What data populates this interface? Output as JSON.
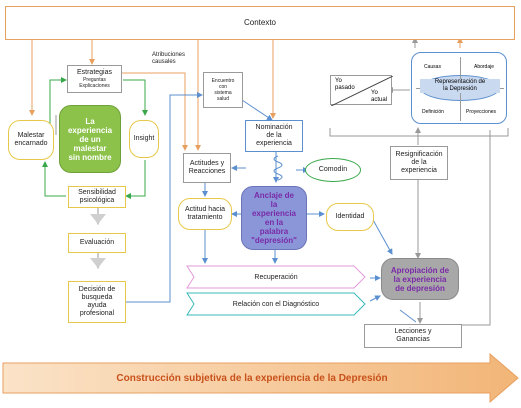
{
  "context": {
    "label": "Contexto"
  },
  "attrib": {
    "label": "Atribuciones\ncausales"
  },
  "strategies": {
    "title": "Estrategias",
    "sub1": "Preguntas",
    "sub2": "Explicaciones"
  },
  "experience_box": {
    "label": "La\nexperiencia\nde un\nmalestar\nsin nombre"
  },
  "malestar": {
    "label": "Malestar\nencarnado"
  },
  "insight": {
    "label": "Insight"
  },
  "sensibilidad": {
    "label": "Sensibilidad\npsicológica"
  },
  "evaluacion": {
    "label": "Evaluación"
  },
  "decision": {
    "label": "Decisión de\nbusqueda\nayuda\nprofesional"
  },
  "encuentro": {
    "label": "Encuentro\ncon\nsistema\nsalud"
  },
  "nominacion": {
    "label": "Nominación\nde la\nexperiencia"
  },
  "actitudes": {
    "label": "Actitudes y\nReacciones"
  },
  "comodin": {
    "label": "Comodín"
  },
  "actitud_trat": {
    "label": "Actitud hacia\ntratamiento"
  },
  "anclaje": {
    "label": "Anclaje de\nla\nexperiencia\nen la\npalabra\n\"depresión\""
  },
  "identidad": {
    "label": "Identidad"
  },
  "recuperacion": {
    "label": "Recuperación"
  },
  "relacion": {
    "label": "Relación con el Diagnóstico"
  },
  "apropiacion": {
    "label": "Apropiación de\nla experiencia\nde depresión"
  },
  "lecciones": {
    "label": "Lecciones y\nGanancias"
  },
  "resignificacion": {
    "label": "Resignificación\nde la\nexperiencia"
  },
  "yo": {
    "pasado": "Yo\npasado",
    "actual": "Yo\nactual"
  },
  "representation": {
    "center": "Representación de\nla Depresión",
    "causas": "Causas",
    "abordaje": "Abordaje",
    "definicion": "Definición",
    "proyecciones": "Proyecciones"
  },
  "footer": {
    "label": "Construcción subjetiva de la experiencia de la Depresión"
  },
  "colors": {
    "orange": "#e8a060",
    "blue": "#5b8fcf",
    "green": "#3aa84a",
    "gray": "#9a9a9a",
    "green_box": "#8cc24a",
    "purple_box": "#8a96d8",
    "gray_box": "#a8a8a8",
    "footer_orange": "#f4c896"
  }
}
